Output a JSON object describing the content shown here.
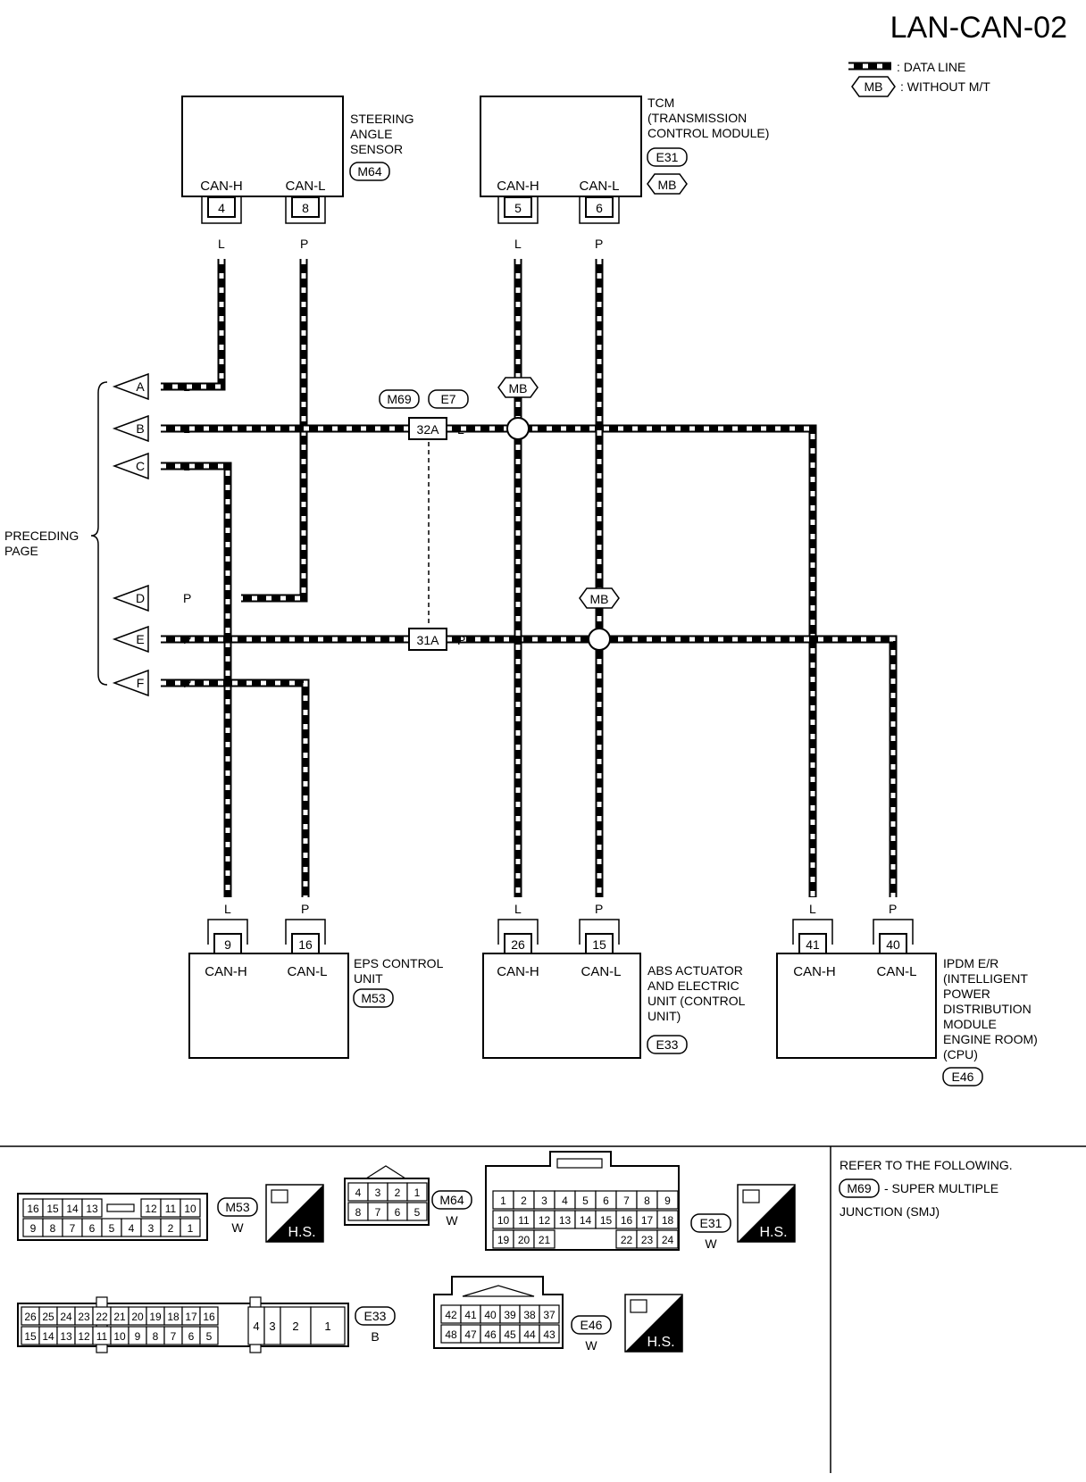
{
  "page_id": "LAN-CAN-02",
  "legend": {
    "data_line": ": DATA LINE",
    "mb_tag": "MB",
    "mb_text": ": WITHOUT M/T"
  },
  "components": {
    "steering": {
      "lines": [
        "STEERING",
        "ANGLE",
        "SENSOR"
      ],
      "connector": "M64",
      "pin_h": "4",
      "pin_l": "8"
    },
    "tcm": {
      "lines": [
        "TCM",
        "(TRANSMISSION",
        "CONTROL MODULE)"
      ],
      "connector": "E31",
      "tag": "MB",
      "pin_h": "5",
      "pin_l": "6"
    },
    "eps": {
      "lines": [
        "EPS CONTROL",
        "UNIT"
      ],
      "connector": "M53",
      "pin_h": "9",
      "pin_l": "16"
    },
    "abs": {
      "lines": [
        "ABS ACTUATOR",
        "AND ELECTRIC",
        "UNIT (CONTROL",
        "UNIT)"
      ],
      "connector": "E33",
      "pin_h": "26",
      "pin_l": "15"
    },
    "ipdm": {
      "lines": [
        "IPDM E/R",
        "(INTELLIGENT",
        "POWER",
        "DISTRIBUTION",
        "MODULE",
        "ENGINE ROOM)",
        "(CPU)"
      ],
      "connector": "E46",
      "pin_h": "41",
      "pin_l": "40"
    }
  },
  "labels": {
    "can_h": "CAN-H",
    "can_l": "CAN-L",
    "color_l": "L",
    "color_p": "P",
    "mb": "MB"
  },
  "junction": {
    "conn1": "M69",
    "conn2": "E7",
    "pin_a": "32A",
    "pin_b": "31A"
  },
  "preceding": {
    "text1": "PRECEDING",
    "text2": "PAGE",
    "arrows": [
      "A",
      "B",
      "C",
      "D",
      "E",
      "F"
    ],
    "colors": [
      "L",
      "L",
      "L",
      "P",
      "P",
      "P"
    ]
  },
  "connectors": {
    "m53": {
      "code": "M53",
      "color": "W",
      "row1": [
        "16",
        "15",
        "14",
        "13",
        "12",
        "11",
        "10"
      ],
      "row2": [
        "9",
        "8",
        "7",
        "6",
        "5",
        "4",
        "3",
        "2",
        "1"
      ]
    },
    "m64": {
      "code": "M64",
      "color": "W",
      "row1": [
        "4",
        "3",
        "2",
        "1"
      ],
      "row2": [
        "8",
        "7",
        "6",
        "5"
      ]
    },
    "e31": {
      "code": "E31",
      "color": "W",
      "row1": [
        "1",
        "2",
        "3",
        "4",
        "5",
        "6",
        "7",
        "8",
        "9"
      ],
      "row2": [
        "10",
        "11",
        "12",
        "13",
        "14",
        "15",
        "16",
        "17",
        "18"
      ],
      "row3": [
        "19",
        "20",
        "21",
        "22",
        "23",
        "24"
      ]
    },
    "e33": {
      "code": "E33",
      "color": "B",
      "row1": [
        "26",
        "25",
        "24",
        "23",
        "22",
        "21",
        "20",
        "19",
        "18",
        "17",
        "16"
      ],
      "row2": [
        "15",
        "14",
        "13",
        "12",
        "11",
        "10",
        "9",
        "8",
        "7",
        "6",
        "5"
      ],
      "big": [
        "4",
        "3",
        "2",
        "1"
      ]
    },
    "e46": {
      "code": "E46",
      "color": "W",
      "row1": [
        "42",
        "41",
        "40",
        "39",
        "38",
        "37"
      ],
      "row2": [
        "48",
        "47",
        "46",
        "45",
        "44",
        "43"
      ]
    },
    "hs": "H.S."
  },
  "note": {
    "line1": "REFER TO THE FOLLOWING.",
    "code": "M69",
    "line2": "- SUPER MULTIPLE",
    "line3": "JUNCTION (SMJ)"
  }
}
